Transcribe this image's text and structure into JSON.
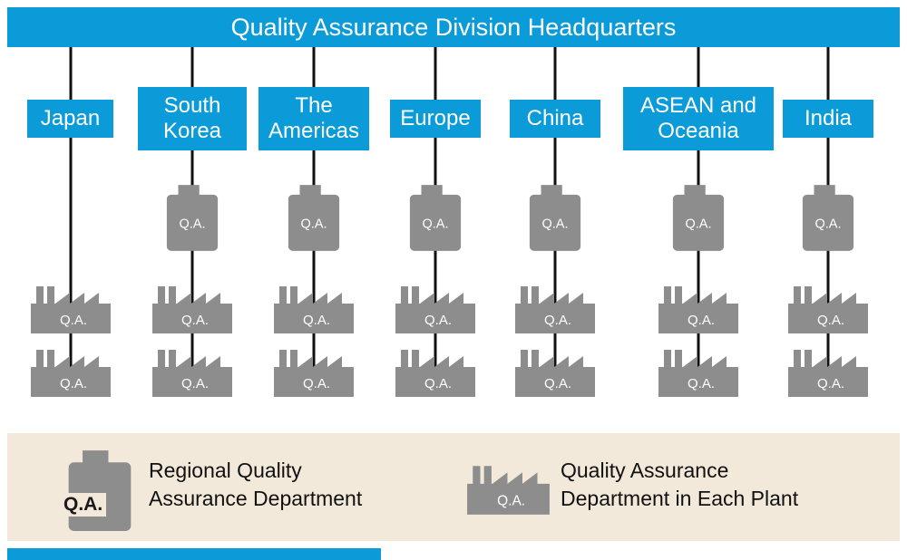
{
  "header": {
    "title": "Quality Assurance Division Headquarters"
  },
  "qa_label": "Q.A.",
  "regions": [
    {
      "label": "Japan",
      "regional_qa_department": false,
      "plant_qa_departments": 2
    },
    {
      "label": "South Korea",
      "regional_qa_department": true,
      "plant_qa_departments": 2
    },
    {
      "label": "The Americas",
      "regional_qa_department": true,
      "plant_qa_departments": 2
    },
    {
      "label": "Europe",
      "regional_qa_department": true,
      "plant_qa_departments": 2
    },
    {
      "label": "China",
      "regional_qa_department": true,
      "plant_qa_departments": 2
    },
    {
      "label": "ASEAN and Oceania",
      "regional_qa_department": true,
      "plant_qa_departments": 2
    },
    {
      "label": "India",
      "regional_qa_department": true,
      "plant_qa_departments": 2
    }
  ],
  "legend": {
    "regional": {
      "icon_label": "Q.A.",
      "text": "Regional Quality Assurance Department"
    },
    "plant": {
      "icon_label": "Q.A.",
      "text": "Quality Assurance Department in Each Plant"
    }
  },
  "colors": {
    "accent_blue": "#0a9bd8",
    "icon_gray": "#8d8d8d",
    "legend_beige": "#f2e9db",
    "line_black": "#111111"
  }
}
